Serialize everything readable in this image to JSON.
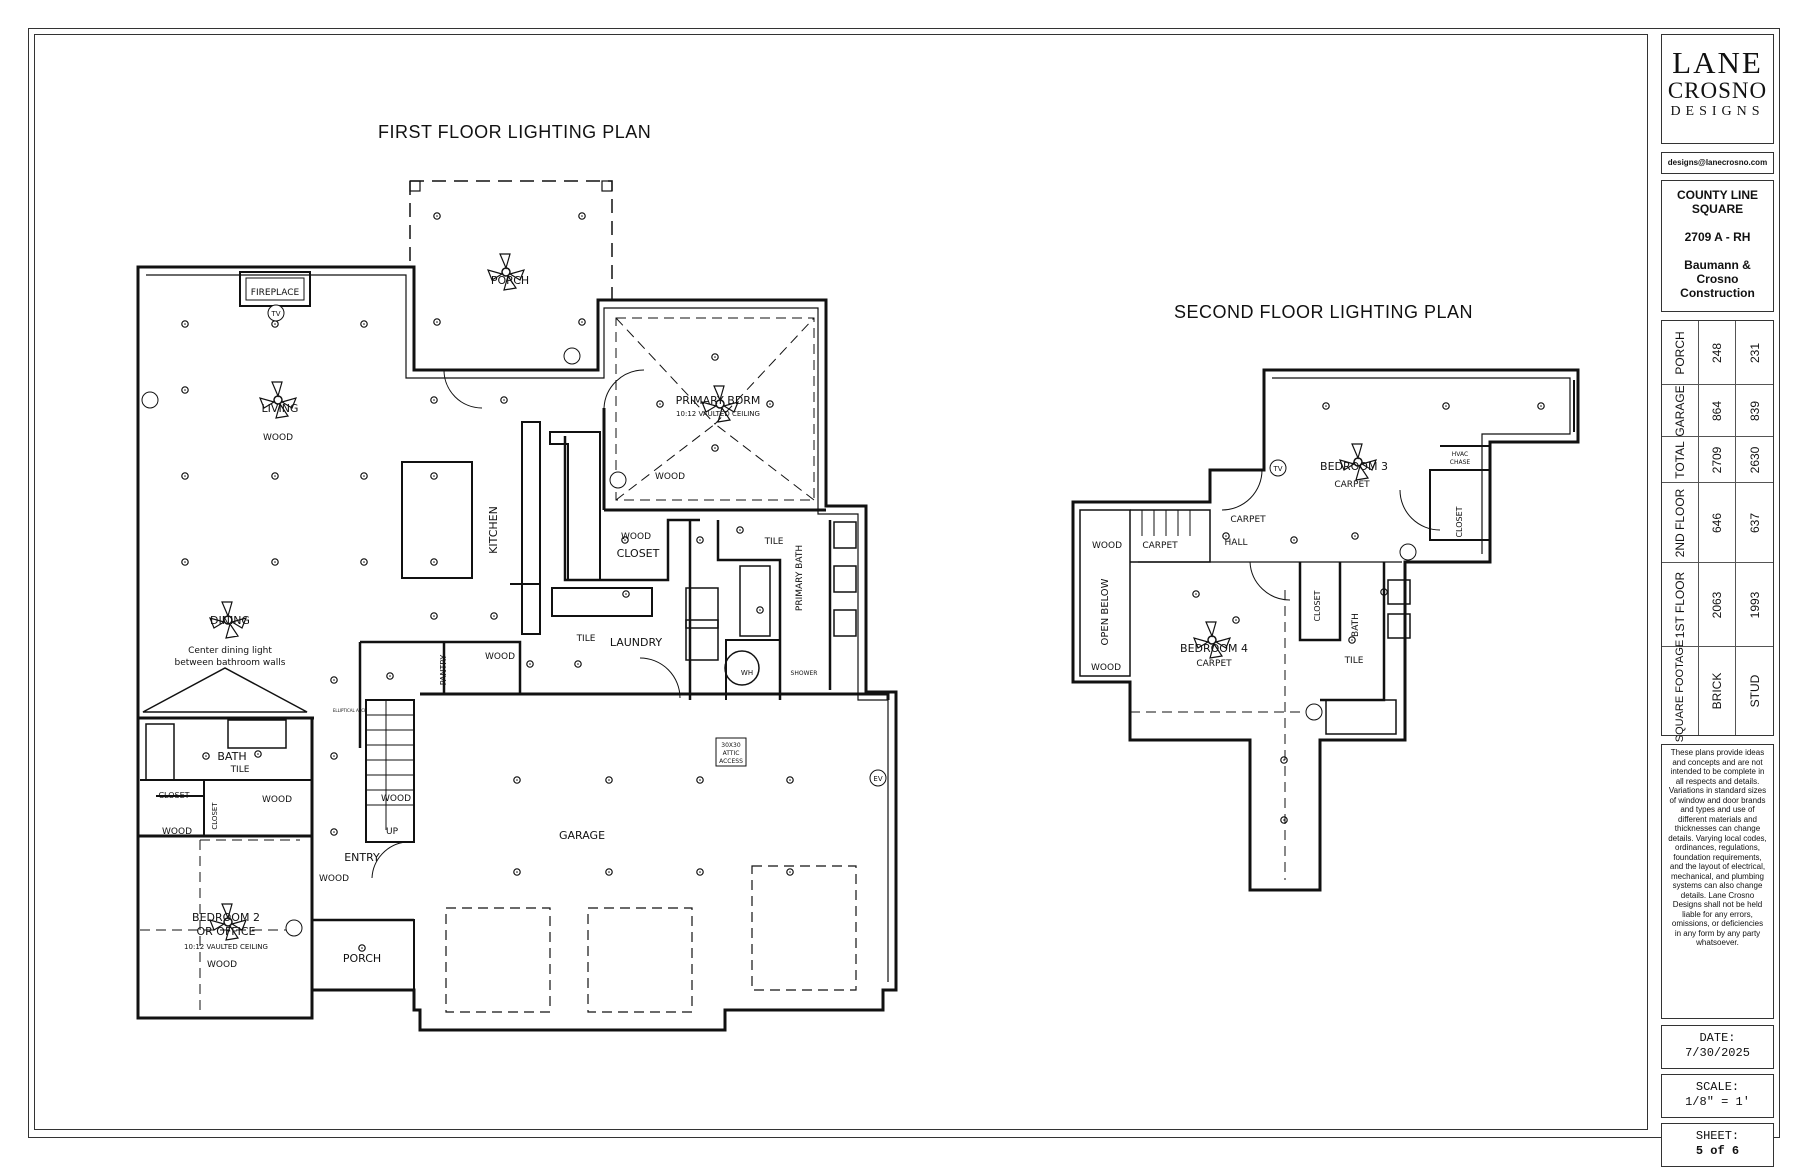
{
  "titles": {
    "first_floor": "FIRST FLOOR LIGHTING PLAN",
    "second_floor": "SECOND FLOOR LIGHTING PLAN"
  },
  "title_block": {
    "logo_line1": "LANE",
    "logo_line2": "CROSNO",
    "logo_line3": "DESIGNS",
    "email": "designs@lanecrosno.com",
    "project_name_1": "COUNTY LINE",
    "project_name_2": "SQUARE",
    "plan_number": "2709 A - RH",
    "builder_1": "Baumann &",
    "builder_2": "Crosno",
    "builder_3": "Construction",
    "sqft_header": "SQUARE FOOTAGE",
    "col_brick": "BRICK",
    "col_stud": "STUD",
    "rows": [
      {
        "label": "PORCH",
        "brick": "248",
        "stud": "231"
      },
      {
        "label": "GARAGE",
        "brick": "864",
        "stud": "839"
      },
      {
        "label": "TOTAL",
        "brick": "2709",
        "stud": "2630"
      },
      {
        "label": "2ND FLOOR",
        "brick": "646",
        "stud": "637"
      },
      {
        "label": "1ST FLOOR",
        "brick": "2063",
        "stud": "1993"
      }
    ],
    "disclaimer": "These plans provide ideas and concepts and are not intended to be complete in all respects and details. Variations in standard sizes of window and door brands and types and use of different materials and thicknesses can change details. Varying local codes, ordinances, regulations, foundation requirements, and the layout of electrical, mechanical, and plumbing systems can also change details. Lane Crosno Designs shall not be held liable for any errors, omissions, or deficiencies in any form by any party whatsoever.",
    "date_label": "DATE:",
    "date_value": "7/30/2025",
    "scale_label": "SCALE:",
    "scale_value": "1/8\" = 1'",
    "sheet_label": "SHEET:",
    "sheet_value": "5 of 6"
  },
  "first_floor_rooms": {
    "fireplace": "FIREPLACE",
    "porch_rear": "PORCH",
    "living": "LIVING",
    "living_floor": "WOOD",
    "kitchen": "KITCHEN",
    "dining": "DINING",
    "dining_note_1": "Center dining light",
    "dining_note_2": "between bathroom walls",
    "primary_bdrm": "PRIMARY BDRM",
    "primary_ceiling": "10:12 VAULTED CEILING",
    "primary_floor": "WOOD",
    "closet": "CLOSET",
    "closet_floor": "WOOD",
    "primary_bath": "PRIMARY BATH",
    "primary_bath_floor": "TILE",
    "shower": "SHOWER",
    "laundry": "LAUNDRY",
    "laundry_floor": "TILE",
    "pantry": "PANTRY",
    "pantry_floor": "WOOD",
    "wh": "WH",
    "bath": "BATH",
    "bath_floor": "TILE",
    "closet_small": "CLOSET",
    "closet_v": "CLOSET",
    "wood_a": "WOOD",
    "wood_b": "WOOD",
    "wood_c": "WOOD",
    "wood_entry": "WOOD",
    "entry": "ENTRY",
    "up": "UP",
    "bedroom2_1": "BEDROOM 2",
    "bedroom2_2": "OR OFFICE",
    "bedroom2_ceiling": "10:12 VAULTED CEILING",
    "bedroom2_floor": "WOOD",
    "porch_front": "PORCH",
    "garage": "GARAGE",
    "attic_1": "30X30",
    "attic_2": "ATTIC",
    "attic_3": "ACCESS",
    "ev": "EV",
    "tv": "TV",
    "elliptical_arch": "ELLIPTICAL ARCH"
  },
  "second_floor_rooms": {
    "bedroom3": "BEDROOM 3",
    "bedroom3_floor": "CARPET",
    "hvac_1": "HVAC",
    "hvac_2": "CHASE",
    "closet_a": "CLOSET",
    "closet_b": "CLOSET",
    "hall": "HALL",
    "hall_floor": "CARPET",
    "wood_1": "WOOD",
    "wood_2": "WOOD",
    "carpet_stair": "CARPET",
    "open_below": "OPEN BELOW",
    "bedroom4": "BEDROOM 4",
    "bedroom4_floor": "CARPET",
    "bath": "BATH",
    "bath_floor": "TILE",
    "tv": "TV"
  }
}
